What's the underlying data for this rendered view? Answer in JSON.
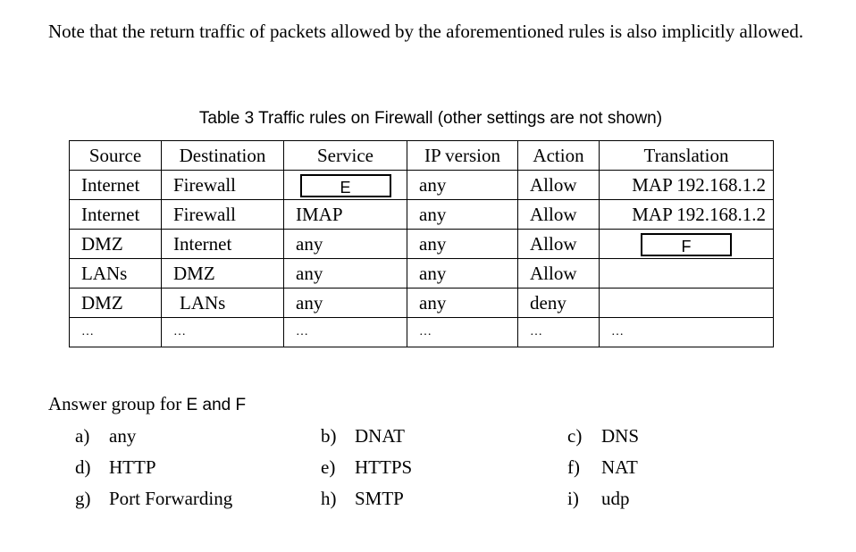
{
  "note": "Note that the return traffic of packets allowed by the aforementioned rules is also implicitly allowed.",
  "table": {
    "caption": "Table 3  Traffic rules on Firewall (other settings are not shown)",
    "headers": [
      "Source",
      "Destination",
      "Service",
      "IP version",
      "Action",
      "Translation"
    ],
    "rows": [
      [
        "Internet",
        "Firewall",
        "E",
        "any",
        "Allow",
        "MAP 192.168.1.2"
      ],
      [
        "Internet",
        "Firewall",
        "IMAP",
        "any",
        "Allow",
        "MAP 192.168.1.2"
      ],
      [
        "DMZ",
        "Internet",
        "any",
        "any",
        "Allow",
        "F"
      ],
      [
        "LANs",
        "DMZ",
        "any",
        "any",
        "Allow",
        ""
      ],
      [
        "DMZ",
        "LANs",
        "any",
        "any",
        "deny",
        ""
      ],
      [
        "…",
        "…",
        "…",
        "…",
        "…",
        "…"
      ]
    ]
  },
  "answer_group": {
    "title_prefix": "Answer group for",
    "title_vars": "E and F",
    "options": [
      {
        "letter": "a)",
        "text": "any"
      },
      {
        "letter": "b)",
        "text": "DNAT"
      },
      {
        "letter": "c)",
        "text": "DNS"
      },
      {
        "letter": "d)",
        "text": "HTTP"
      },
      {
        "letter": "e)",
        "text": "HTTPS"
      },
      {
        "letter": "f)",
        "text": "NAT"
      },
      {
        "letter": "g)",
        "text": "Port Forwarding"
      },
      {
        "letter": "h)",
        "text": "SMTP"
      },
      {
        "letter": "i)",
        "text": "udp"
      }
    ]
  }
}
